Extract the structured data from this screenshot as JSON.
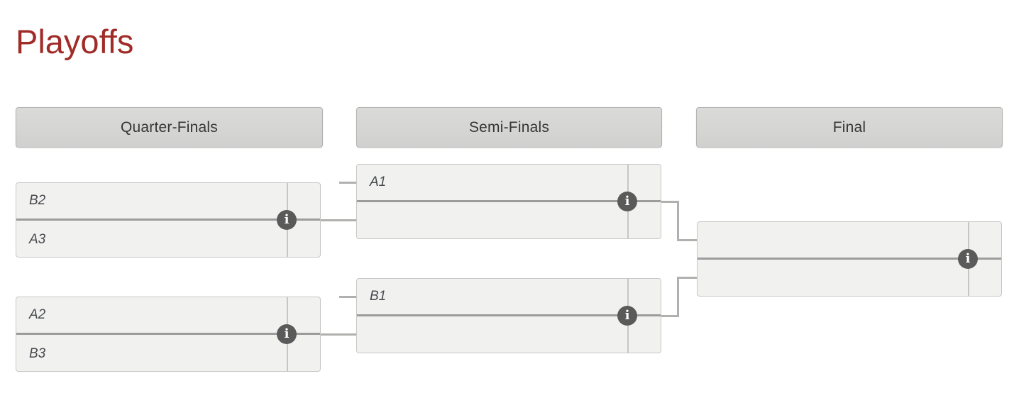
{
  "page": {
    "title": "Playoffs"
  },
  "colors": {
    "title_color": "#a02c28",
    "header_bg": "#d5d5d4",
    "header_border": "#b3b3b2",
    "header_text": "#363636",
    "box_bg": "#f1f1ef",
    "box_border": "#c7c7c5",
    "divider_color": "#9c9c9c",
    "score_line_color": "#c6c6c4",
    "connector_color": "#b0b0ae",
    "team_text": "#47494e",
    "info_bg": "#5a5a5a",
    "info_fg": "#ffffff"
  },
  "info_icon": {
    "glyph": "i"
  },
  "rounds": [
    {
      "label": "Quarter-Finals",
      "matches": [
        {
          "top": "B2",
          "bottom": "A3"
        },
        {
          "top": "A2",
          "bottom": "B3"
        }
      ]
    },
    {
      "label": "Semi-Finals",
      "matches": [
        {
          "top": "A1",
          "bottom": ""
        },
        {
          "top": "B1",
          "bottom": ""
        }
      ]
    },
    {
      "label": "Final",
      "matches": [
        {
          "top": "",
          "bottom": ""
        }
      ]
    }
  ]
}
